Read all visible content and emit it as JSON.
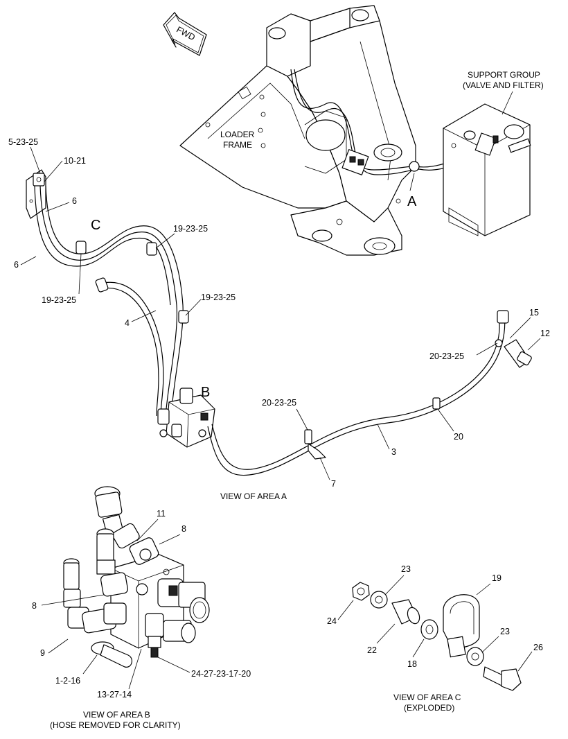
{
  "fwd_label": "FWD",
  "frame_label_1": "LOADER",
  "frame_label_2": "FRAME",
  "support_label_1": "SUPPORT GROUP",
  "support_label_2": "(VALVE AND FILTER)",
  "area_letters": {
    "a": "A",
    "b": "B",
    "c": "C"
  },
  "view_a_caption": "VIEW OF AREA  A",
  "view_b_caption_1": "VIEW OF AREA B",
  "view_b_caption_2": "(HOSE REMOVED FOR CLARITY)",
  "view_c_caption_1": "VIEW OF AREA C",
  "view_c_caption_2": "(EXPLODED)",
  "callouts": {
    "c_5_23_25": "5-23-25",
    "c_10_21": "10-21",
    "c_6_top": "6",
    "c_6_left": "6",
    "c_19_23_25_top": "19-23-25",
    "c_19_23_25_left": "19-23-25",
    "c_19_23_25_mid": "19-23-25",
    "c_4": "4",
    "c_15": "15",
    "c_12": "12",
    "c_20_23_25_right": "20-23-25",
    "c_20_23_25_mid": "20-23-25",
    "c_20": "20",
    "c_3": "3",
    "c_7": "7",
    "c_11": "11",
    "c_8_top": "8",
    "c_8_left": "8",
    "c_9": "9",
    "c_1_2_16": "1-2-16",
    "c_13_27_14": "13-27-14",
    "c_24_27_23_17_20": "24-27-23-17-20",
    "c_23_top": "23",
    "c_19": "19",
    "c_24": "24",
    "c_22": "22",
    "c_18": "18",
    "c_23_right": "23",
    "c_26": "26"
  }
}
